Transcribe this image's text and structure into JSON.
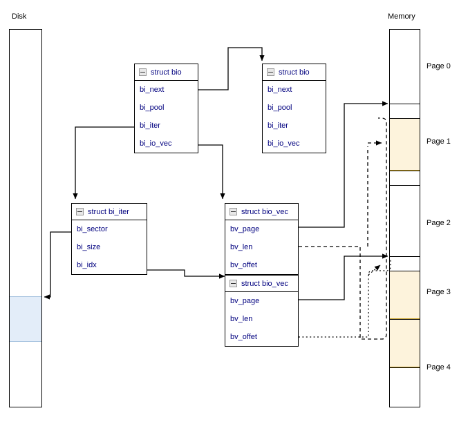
{
  "diagram": {
    "title": "linux-bio-structure-diagram",
    "colors": {
      "line": "#000000",
      "text_struct": "#00007f",
      "page_highlight": "#fdf3dc",
      "page_highlight_border": "#c9a227",
      "disk_highlight": "#e3edf9",
      "disk_highlight_border": "#a8c4e0",
      "box_border": "#000000"
    }
  },
  "disk": {
    "label": "Disk",
    "highlight_label": ""
  },
  "memory": {
    "label": "Memory",
    "pages": [
      {
        "label": "Page 0",
        "highlighted": false
      },
      {
        "label": "Page 1",
        "highlighted": true
      },
      {
        "label": "Page 2",
        "highlighted": false
      },
      {
        "label": "Page 3",
        "highlighted": true
      },
      {
        "label": "Page 4",
        "highlighted": true
      }
    ]
  },
  "structs": [
    {
      "id": "bio-1",
      "title": "struct bio",
      "icon": "collapse-minus-icon",
      "fields": [
        "bi_next",
        "bi_pool",
        "bi_iter",
        "bi_io_vec"
      ]
    },
    {
      "id": "bio-2",
      "title": "struct bio",
      "icon": "collapse-minus-icon",
      "fields": [
        "bi_next",
        "bi_pool",
        "bi_iter",
        "bi_io_vec"
      ]
    },
    {
      "id": "bi-iter",
      "title": "struct bi_iter",
      "icon": "collapse-minus-icon",
      "fields": [
        "bi_sector",
        "bi_size",
        "bi_idx"
      ]
    },
    {
      "id": "bio-vec-1",
      "title": "struct bio_vec",
      "icon": "collapse-minus-icon",
      "fields": [
        "bv_page",
        "bv_len",
        "bv_offet"
      ]
    },
    {
      "id": "bio-vec-2",
      "title": "struct bio_vec",
      "icon": "collapse-minus-icon",
      "fields": [
        "bv_page",
        "bv_len",
        "bv_offet"
      ]
    }
  ]
}
